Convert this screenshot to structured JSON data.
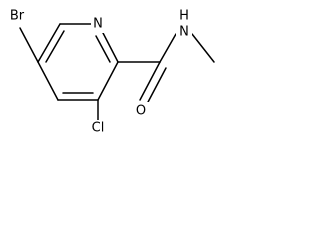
{
  "molecule": {
    "atoms": {
      "br": "Br",
      "n_ring": "N",
      "n_amide": "N",
      "h_amide": "H",
      "cl": "Cl",
      "o": "O"
    }
  }
}
